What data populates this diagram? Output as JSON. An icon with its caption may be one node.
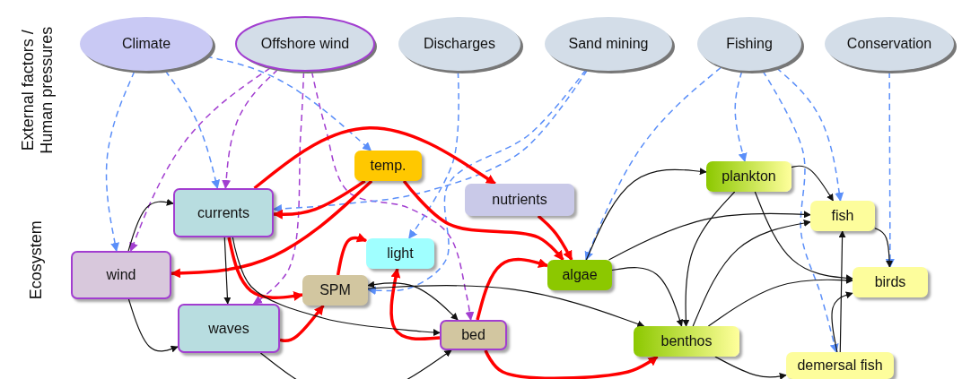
{
  "diagram": {
    "nodes": [
      {
        "text": [
          "Climate"
        ]
      },
      {
        "text": [
          "Offshore wind"
        ]
      },
      {
        "text": [
          "Discharges"
        ]
      },
      {
        "text": [
          "Sand mining"
        ]
      },
      {
        "text": [
          "Fishing"
        ]
      },
      {
        "text": [
          "Conservation"
        ]
      },
      {
        "text": [
          "temp."
        ]
      },
      {
        "text": [
          "currents"
        ]
      },
      {
        "text": [
          "nutrients"
        ]
      },
      {
        "text": [
          "plankton"
        ]
      },
      {
        "text": [
          "fish"
        ]
      },
      {
        "text": [
          "light"
        ]
      },
      {
        "text": [
          "wind"
        ]
      },
      {
        "text": [
          "SPM"
        ]
      },
      {
        "text": [
          "algae"
        ]
      },
      {
        "text": [
          "birds"
        ]
      },
      {
        "text": [
          "waves"
        ]
      },
      {
        "text": [
          "bed"
        ]
      },
      {
        "text": [
          "benthos"
        ]
      },
      {
        "text": [
          "demersal fish"
        ]
      }
    ],
    "edges": [
      {
        "from": 0,
        "to": 12,
        "arrow": "to",
        "style": "dashed",
        "color": "#5b8ff9"
      },
      {
        "from": 0,
        "to": 7,
        "arrow": "to",
        "style": "dashed",
        "color": "#5b8ff9"
      },
      {
        "from": 0,
        "to": 6,
        "arrow": "to",
        "style": "dashed",
        "color": "#5b8ff9"
      },
      {
        "from": 1,
        "to": 7,
        "arrow": "to",
        "style": "dashed",
        "color": "#a23ed0"
      },
      {
        "from": 1,
        "to": 12,
        "arrow": "to",
        "style": "dashed",
        "color": "#a23ed0"
      },
      {
        "from": 1,
        "to": 16,
        "arrow": "to",
        "style": "dashed",
        "color": "#a23ed0"
      },
      {
        "from": 1,
        "to": 17,
        "arrow": "to",
        "style": "dashed",
        "color": "#a23ed0"
      },
      {
        "from": 2,
        "to": 11,
        "arrow": "to",
        "style": "dashed",
        "color": "#5b8ff9"
      },
      {
        "from": 3,
        "to": 7,
        "arrow": "to",
        "style": "dashed",
        "color": "#5b8ff9"
      },
      {
        "from": 3,
        "to": 13,
        "arrow": "to",
        "style": "dashed",
        "color": "#5b8ff9"
      },
      {
        "from": 4,
        "to": 14,
        "arrow": "to",
        "style": "dashed",
        "color": "#5b8ff9"
      },
      {
        "from": 4,
        "to": 9,
        "arrow": "to",
        "style": "dashed",
        "color": "#5b8ff9"
      },
      {
        "from": 4,
        "to": 10,
        "arrow": "to",
        "style": "dashed",
        "color": "#5b8ff9"
      },
      {
        "from": 4,
        "to": 19,
        "arrow": "to",
        "style": "dashed",
        "color": "#5b8ff9"
      },
      {
        "from": 5,
        "to": 15,
        "arrow": "to",
        "style": "dashed",
        "color": "#5b8ff9"
      },
      {
        "from": 6,
        "to": 7,
        "arrow": "to",
        "style": "thick",
        "color": "#ff0000"
      },
      {
        "from": 6,
        "to": 12,
        "arrow": "to",
        "style": "thick",
        "color": "#ff0000"
      },
      {
        "from": 6,
        "to": 14,
        "arrow": "to",
        "style": "thick",
        "color": "#ff0000"
      },
      {
        "from": 7,
        "to": 8,
        "arrow": "to",
        "style": "thick",
        "color": "#ff0000"
      },
      {
        "from": 8,
        "to": 14,
        "arrow": "to",
        "style": "thick",
        "color": "#ff0000"
      },
      {
        "from": 7,
        "to": 13,
        "arrow": "to",
        "style": "thick",
        "color": "#ff0000"
      },
      {
        "from": 16,
        "to": 13,
        "arrow": "to",
        "style": "thick",
        "color": "#ff0000"
      },
      {
        "from": 13,
        "to": 11,
        "arrow": "to",
        "style": "thick",
        "color": "#ff0000"
      },
      {
        "from": 17,
        "to": 11,
        "arrow": "to",
        "style": "thick",
        "color": "#ff0000"
      },
      {
        "from": 17,
        "to": 14,
        "arrow": "to",
        "style": "thick",
        "color": "#ff0000"
      },
      {
        "from": 17,
        "to": 18,
        "arrow": "to",
        "style": "thick",
        "color": "#ff0000"
      },
      {
        "from": 12,
        "to": 7,
        "arrow": "to"
      },
      {
        "from": 12,
        "to": 16,
        "arrow": "to"
      },
      {
        "from": 7,
        "to": 16,
        "arrow": "to"
      },
      {
        "from": 7,
        "to": 17,
        "arrow": "to"
      },
      {
        "from": 16,
        "to": 17,
        "arrow": "to"
      },
      {
        "from": 13,
        "to": 17,
        "arrow": "both"
      },
      {
        "from": 13,
        "to": 18,
        "arrow": "to"
      },
      {
        "from": 14,
        "to": 9,
        "arrow": "to"
      },
      {
        "from": 14,
        "to": 10,
        "arrow": "to"
      },
      {
        "from": 14,
        "to": 18,
        "arrow": "to"
      },
      {
        "from": 9,
        "to": 10,
        "arrow": "to"
      },
      {
        "from": 9,
        "to": 15,
        "arrow": "to"
      },
      {
        "from": 9,
        "to": 18,
        "arrow": "to"
      },
      {
        "from": 18,
        "to": 10,
        "arrow": "to"
      },
      {
        "from": 18,
        "to": 15,
        "arrow": "to"
      },
      {
        "from": 18,
        "to": 19,
        "arrow": "to"
      },
      {
        "from": 19,
        "to": 10,
        "arrow": "to"
      },
      {
        "from": 19,
        "to": 15,
        "arrow": "to"
      },
      {
        "from": 10,
        "to": 15,
        "arrow": "to"
      }
    ],
    "labels": [
      "External factors / Human pressures",
      "Ecosystem"
    ]
  }
}
